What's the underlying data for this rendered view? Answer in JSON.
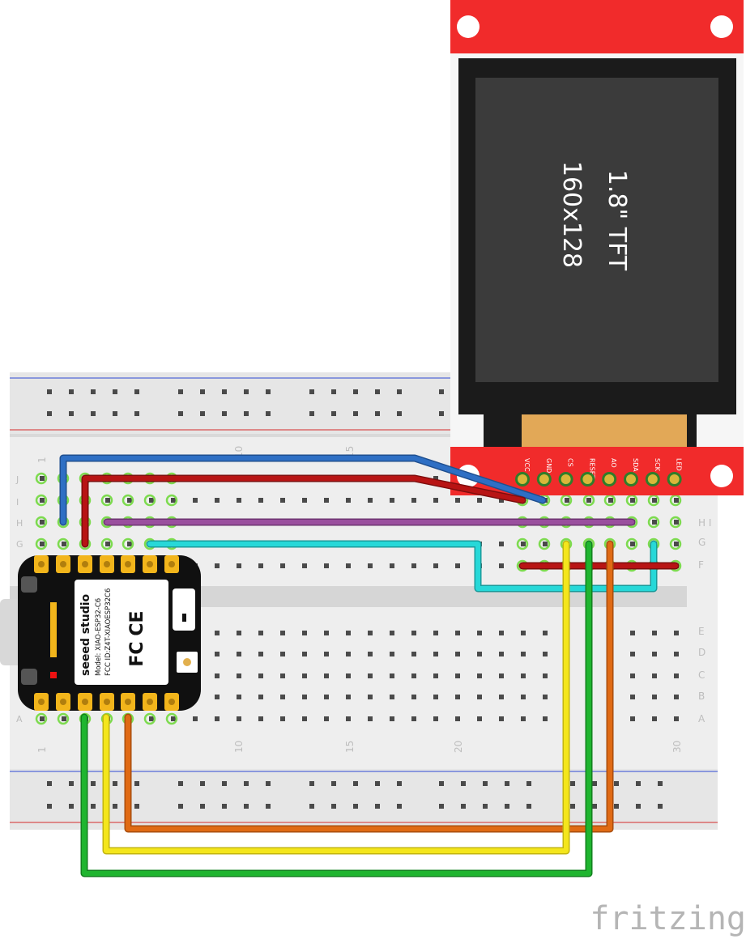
{
  "display": {
    "size_label": "1.8\" TFT",
    "resolution_label": "160x128",
    "pins": [
      "VCC",
      "GND",
      "CS",
      "RESET",
      "AO",
      "SDA",
      "SCK",
      "LED"
    ]
  },
  "mcu": {
    "brand": "seeed studio",
    "model": "Model: XIAO-ESP32-C6",
    "fcc_id": "FCC ID:Z4T-XIAOESP32C6",
    "ce_mark": "CE",
    "fc_mark": "FC"
  },
  "breadboard": {
    "top_row_letters": [
      "J",
      "I",
      "H",
      "G",
      "F"
    ],
    "bottom_row_letters": [
      "E",
      "D",
      "C",
      "B",
      "A"
    ],
    "top_numbers": [
      "1",
      "10",
      "15"
    ],
    "bottom_numbers": [
      "1",
      "10",
      "15",
      "20",
      "30"
    ]
  },
  "watermark": "fritzing",
  "colors": {
    "wire_blue": "#2e6fc4",
    "wire_red": "#b81414",
    "wire_purple": "#9a4f9e",
    "wire_cyan": "#27d8d8",
    "wire_yellow": "#f4e61c",
    "wire_green": "#1fb52f",
    "wire_orange": "#e06a14",
    "display_pcb": "#f12b2b",
    "mcu_body": "#101010",
    "pad_gold": "#f2b51b"
  }
}
